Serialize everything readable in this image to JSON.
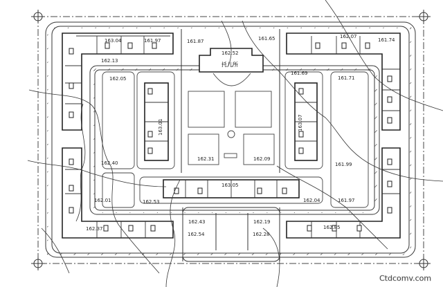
{
  "plan": {
    "elevations": [
      {
        "id": "e1",
        "text": "163.04"
      },
      {
        "id": "e2",
        "text": "161.97"
      },
      {
        "id": "e3",
        "text": "161.87"
      },
      {
        "id": "e4",
        "text": "162.52"
      },
      {
        "id": "e5",
        "text": "161.65"
      },
      {
        "id": "e6",
        "text": "162.07"
      },
      {
        "id": "e7",
        "text": "161.74"
      },
      {
        "id": "e8",
        "text": "162.13"
      },
      {
        "id": "e9",
        "text": "162.05"
      },
      {
        "id": "e10",
        "text": "161.69"
      },
      {
        "id": "e11",
        "text": "161.71"
      },
      {
        "id": "e12",
        "text": "163.01"
      },
      {
        "id": "e13",
        "text": "163.07"
      },
      {
        "id": "e14",
        "text": "162.31"
      },
      {
        "id": "e15",
        "text": "162.09"
      },
      {
        "id": "e16",
        "text": "162.40"
      },
      {
        "id": "e17",
        "text": "161.99"
      },
      {
        "id": "e18",
        "text": "163.05"
      },
      {
        "id": "e19",
        "text": "162.01"
      },
      {
        "id": "e20",
        "text": "162.53"
      },
      {
        "id": "e21",
        "text": "162.04"
      },
      {
        "id": "e22",
        "text": "161.97"
      },
      {
        "id": "e23",
        "text": "162.43"
      },
      {
        "id": "e24",
        "text": "162.19"
      },
      {
        "id": "e25",
        "text": "162.37"
      },
      {
        "id": "e26",
        "text": "162.85"
      },
      {
        "id": "e27",
        "text": "162.54"
      },
      {
        "id": "e28",
        "text": "162.28"
      }
    ],
    "kindergarten_label": "托儿所",
    "watermark": "Ctdcomv.com"
  }
}
